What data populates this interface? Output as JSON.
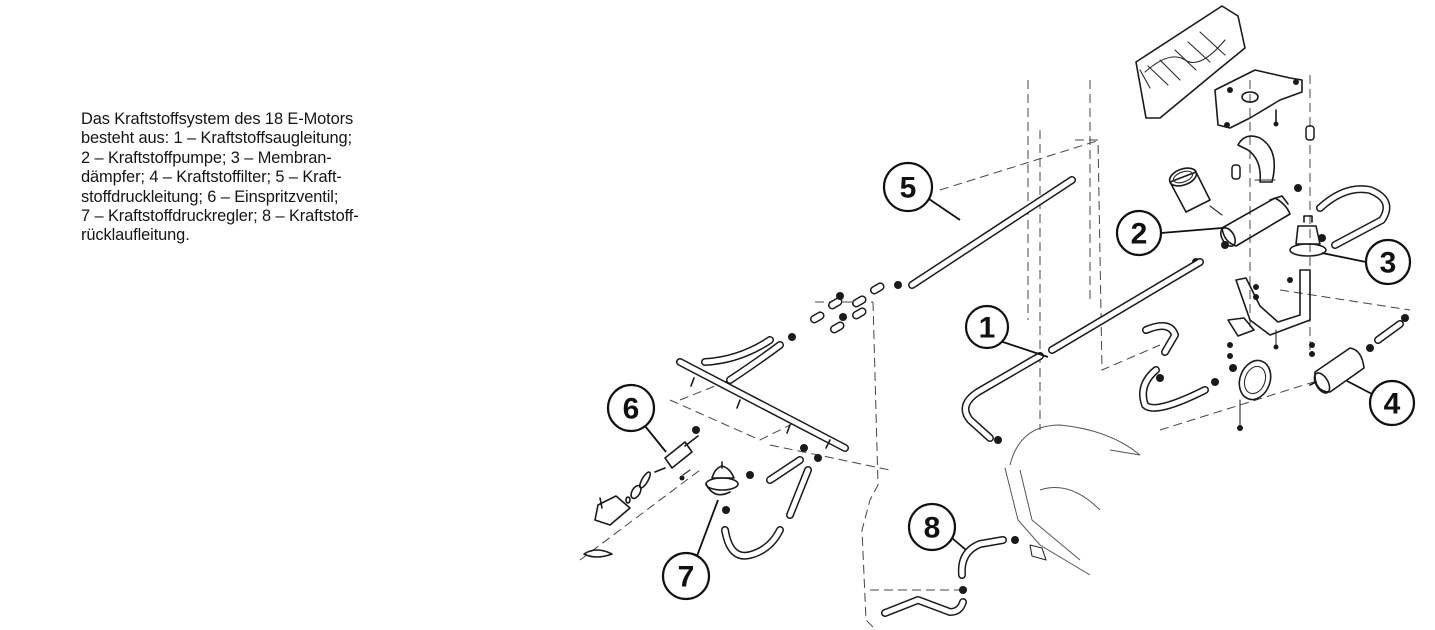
{
  "caption": {
    "lines": [
      "Das Kraftstoffsystem des 18 E-Motors",
      "besteht aus: 1 – Kraftstoffsaugleitung;",
      "2 – Kraftstoffpumpe; 3 – Membran-",
      "dämpfer; 4 – Kraftstoffilter; 5 – Kraft-",
      "stoffdruckleitung; 6 – Einspritzventil;",
      "7 – Kraftstoffdruckregler; 8 – Kraftstoff-",
      "rücklaufleitung."
    ]
  },
  "diagram": {
    "title": "Kraftstoffsystem des 18 E-Motors",
    "callouts": [
      {
        "number": "1",
        "part": "Kraftstoffsaugleitung"
      },
      {
        "number": "2",
        "part": "Kraftstoffpumpe"
      },
      {
        "number": "3",
        "part": "Membrandämpfer"
      },
      {
        "number": "4",
        "part": "Kraftstoffilter"
      },
      {
        "number": "5",
        "part": "Kraftstoffdruckleitung"
      },
      {
        "number": "6",
        "part": "Einspritzventil"
      },
      {
        "number": "7",
        "part": "Kraftstoffdruckregler"
      },
      {
        "number": "8",
        "part": "Kraftstoffrücklaufleitung"
      }
    ]
  }
}
